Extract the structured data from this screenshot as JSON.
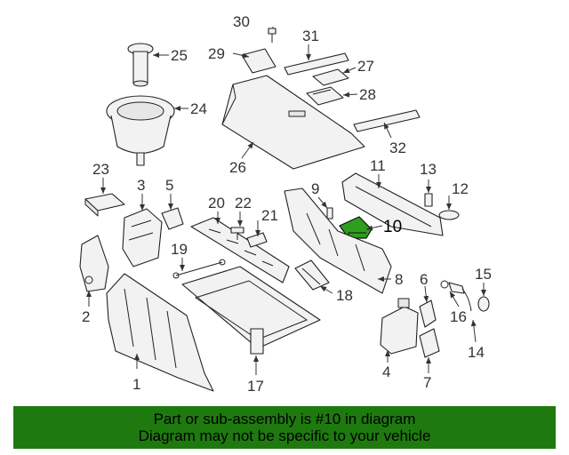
{
  "diagram": {
    "callouts": [
      "1",
      "2",
      "3",
      "4",
      "5",
      "6",
      "7",
      "8",
      "9",
      "10",
      "11",
      "12",
      "13",
      "14",
      "15",
      "16",
      "17",
      "18",
      "19",
      "20",
      "21",
      "22",
      "23",
      "24",
      "25",
      "26",
      "27",
      "28",
      "29",
      "30",
      "31",
      "32"
    ],
    "highlighted_part": "10",
    "highlight_color": "#2e9e1f"
  },
  "banner": {
    "line1": "Part or sub-assembly is #10 in diagram",
    "line2": "Diagram may not be specific to your vehicle",
    "color": "#1e7a0f"
  }
}
